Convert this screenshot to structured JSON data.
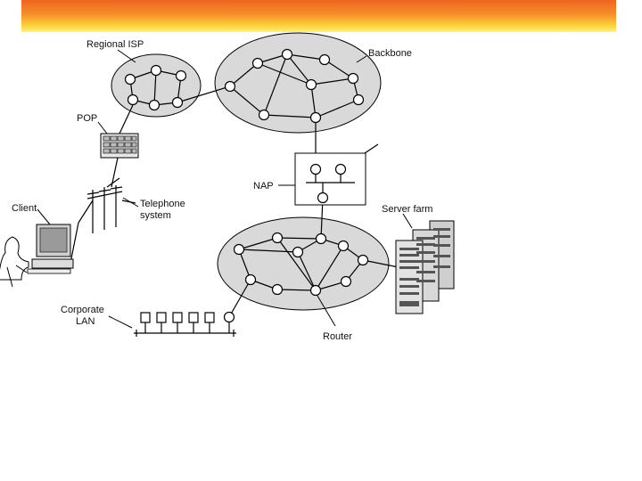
{
  "labels": {
    "regional_isp": "Regional ISP",
    "backbone": "Backbone",
    "pop": "POP",
    "nap": "NAP",
    "client": "Client",
    "telephone_line1": "Telephone",
    "telephone_line2": "system",
    "server_farm": "Server farm",
    "corporate_line1": "Corporate",
    "corporate_line2": "LAN",
    "router": "Router"
  },
  "colors": {
    "banner_top": "#f0641e",
    "banner_bottom": "#fff27a",
    "cloud_fill": "#d9d9d9",
    "node_fill": "#ffffff",
    "line": "#000000"
  }
}
